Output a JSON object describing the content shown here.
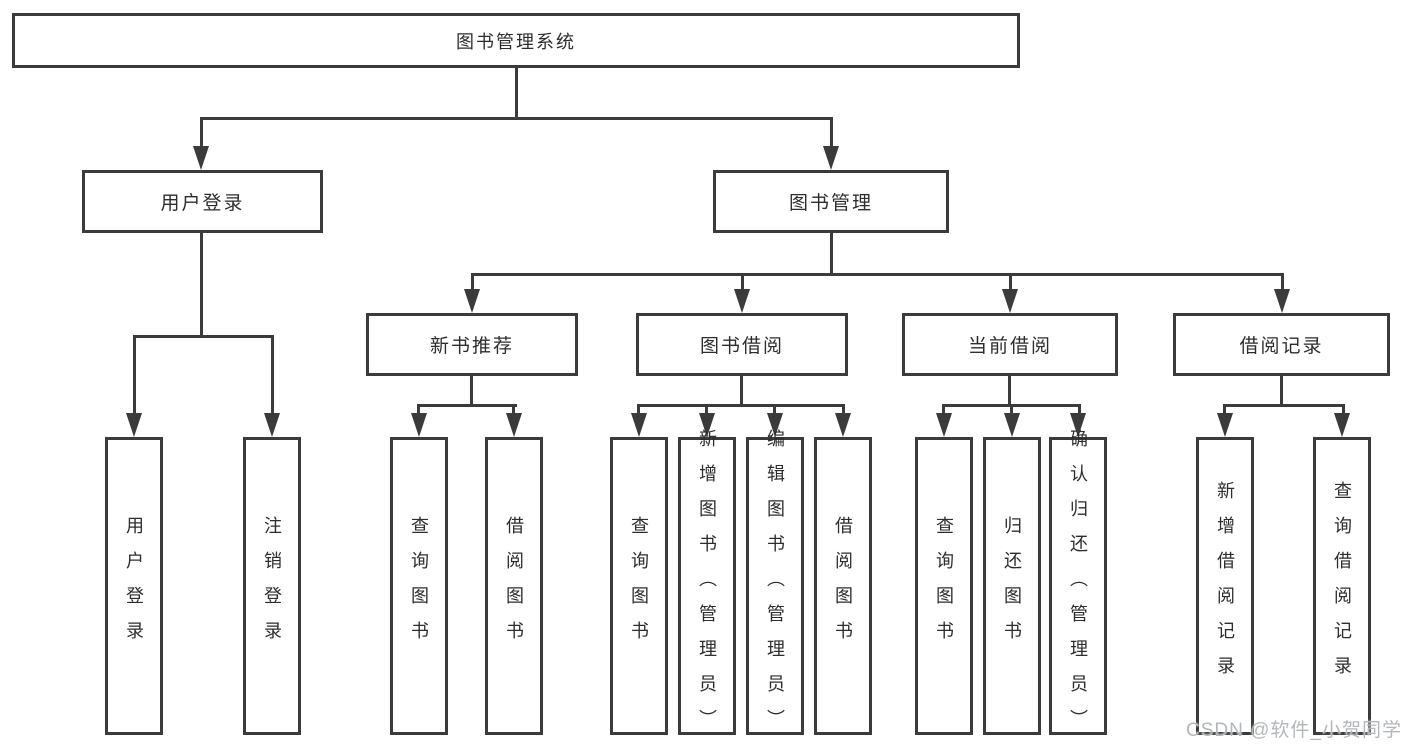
{
  "colors": {
    "background": "#ffffff",
    "line": "#3b3b3b",
    "box_border": "#3b3b3b",
    "text": "#2d2d2d",
    "watermark": "#b4b7ba"
  },
  "diagram": {
    "type": "hierarchy-tree",
    "root": {
      "label": "图书管理系统"
    },
    "level2": [
      {
        "label": "用户登录"
      },
      {
        "label": "图书管理"
      }
    ],
    "level3": [
      {
        "label": "新书推荐",
        "parent": "图书管理"
      },
      {
        "label": "图书借阅",
        "parent": "图书管理"
      },
      {
        "label": "当前借阅",
        "parent": "图书管理"
      },
      {
        "label": "借阅记录",
        "parent": "图书管理"
      }
    ],
    "leaves": [
      {
        "label": "用户登录",
        "parent": "用户登录"
      },
      {
        "label": "注销登录",
        "parent": "用户登录"
      },
      {
        "label": "查询图书",
        "parent": "新书推荐"
      },
      {
        "label": "借阅图书",
        "parent": "新书推荐"
      },
      {
        "label": "查询图书",
        "parent": "图书借阅"
      },
      {
        "label": "新增图书（管理员）",
        "parent": "图书借阅"
      },
      {
        "label": "编辑图书（管理员）",
        "parent": "图书借阅"
      },
      {
        "label": "借阅图书",
        "parent": "图书借阅"
      },
      {
        "label": "查询图书",
        "parent": "当前借阅"
      },
      {
        "label": "归还图书",
        "parent": "当前借阅"
      },
      {
        "label": "确认归还（管理员）",
        "parent": "当前借阅"
      },
      {
        "label": "新增借阅记录",
        "parent": "借阅记录"
      },
      {
        "label": "查询借阅记录",
        "parent": "借阅记录"
      }
    ]
  },
  "watermark": {
    "text": "CSDN @软件_小贺同学"
  }
}
